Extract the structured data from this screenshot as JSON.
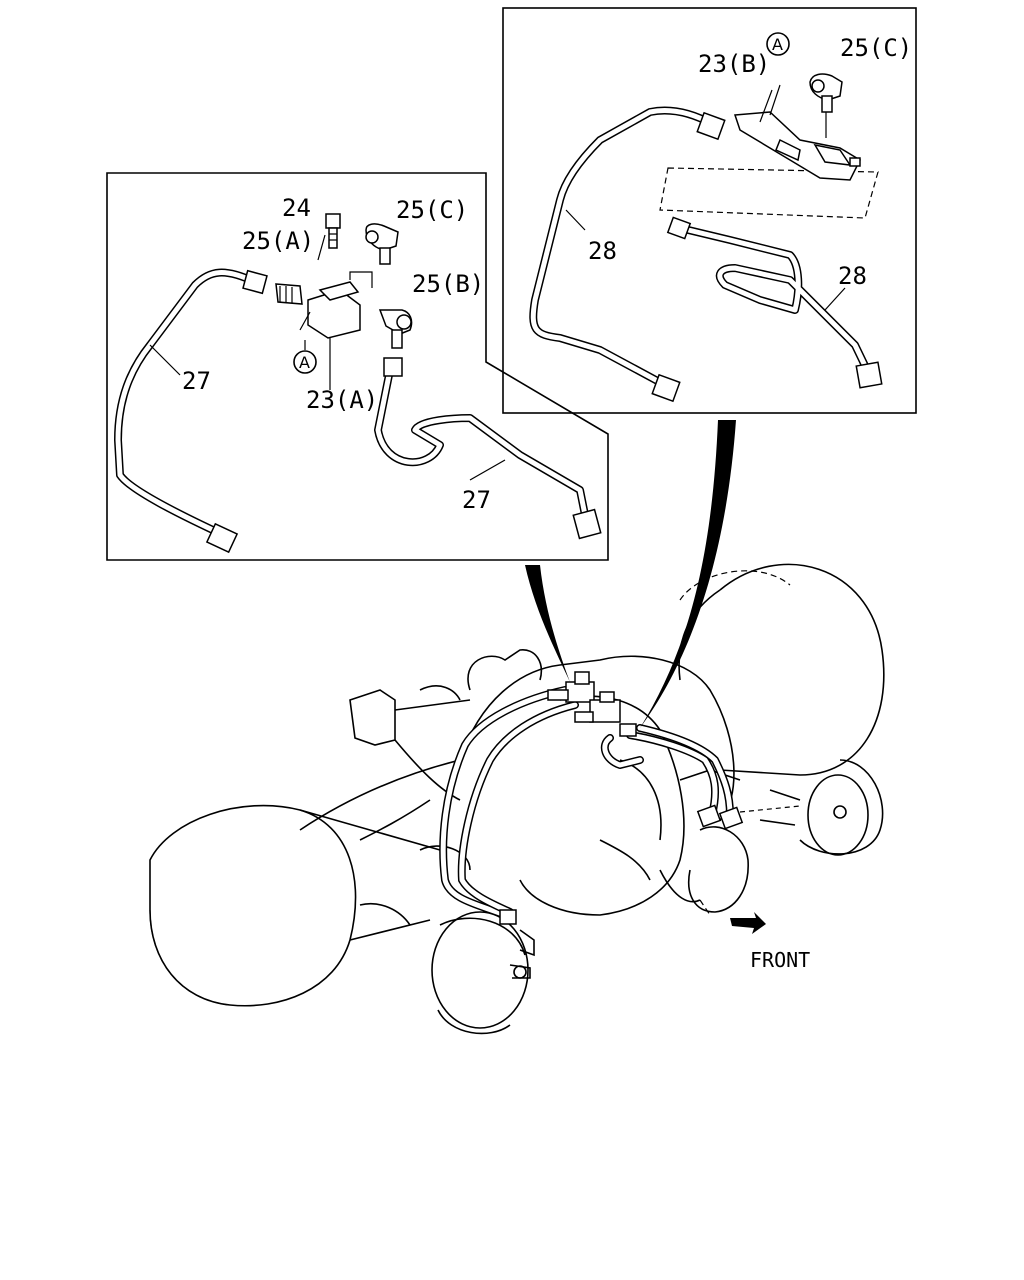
{
  "callouts": {
    "left_24": "24",
    "left_25c": "25(C)",
    "left_25a": "25(A)",
    "left_25b": "25(B)",
    "left_27_upper": "27",
    "left_23a": "23(A)",
    "left_27_lower": "27",
    "left_circle_a": "A",
    "right_23b": "23(B)",
    "right_circle_a": "A",
    "right_25c": "25(C)",
    "right_28_left": "28",
    "right_28_right": "28"
  },
  "direction": {
    "label": "FRONT",
    "icon": "arrow-right-icon"
  }
}
